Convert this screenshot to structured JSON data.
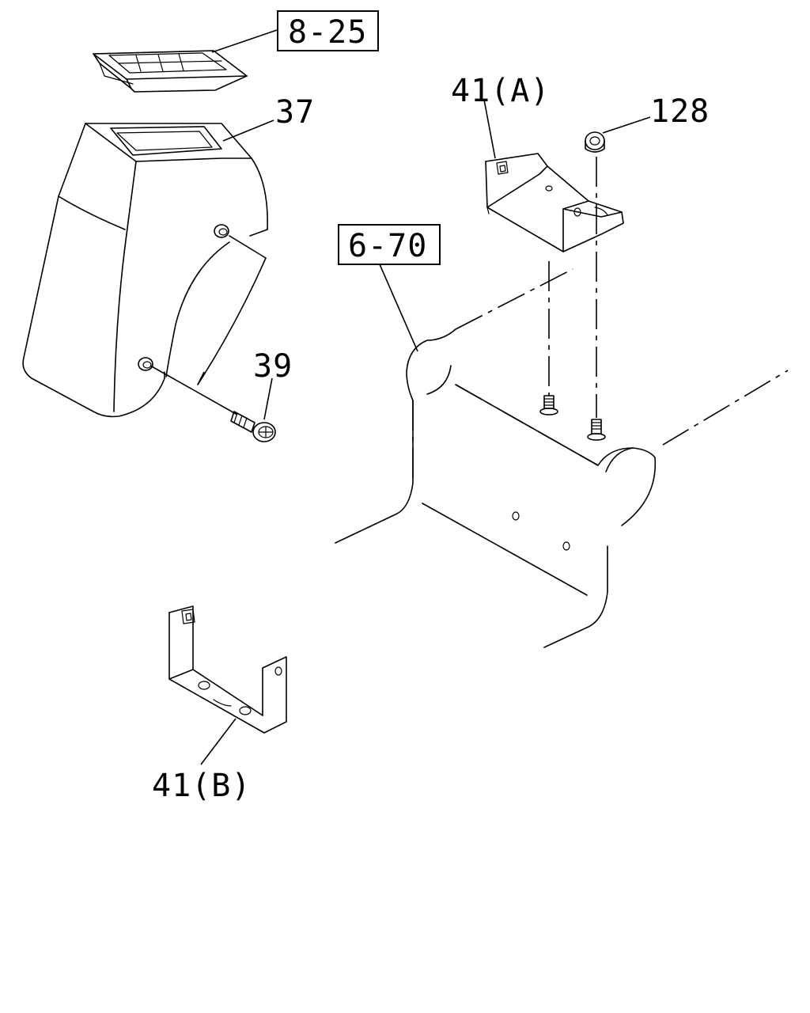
{
  "callouts": {
    "ref_8_25": "8-25",
    "ref_6_70": "6-70",
    "part_37": "37",
    "part_39": "39",
    "part_41a": "41(A)",
    "part_41b": "41(B)",
    "part_128": "128"
  }
}
